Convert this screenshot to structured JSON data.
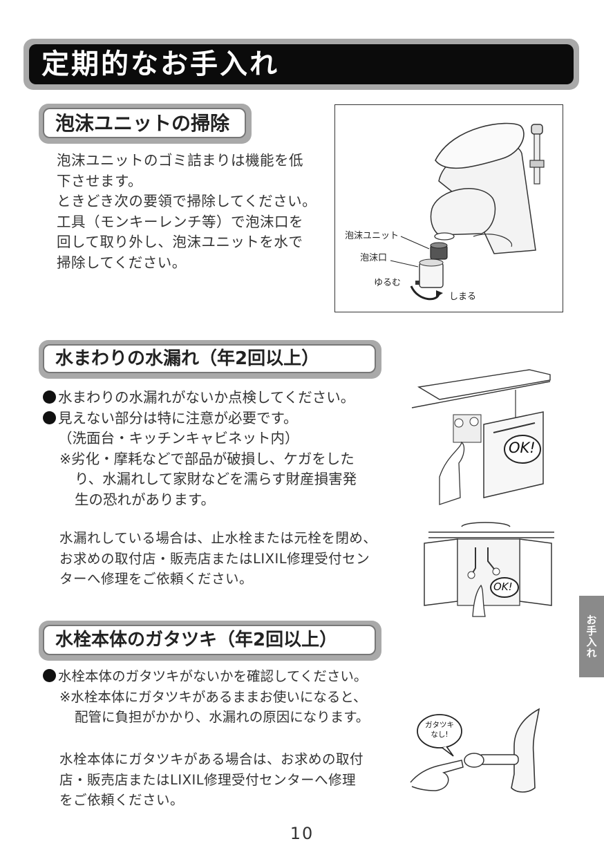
{
  "title": "定期的なお手入れ",
  "section1": {
    "heading": "泡沫ユニットの掃除",
    "lines": [
      "泡沫ユニットのゴミ詰まりは機能を低",
      "下させます。",
      "ときどき次の要領で掃除してください。",
      "工具（モンキーレンチ等）で泡沫口を",
      "回して取り外し、泡沫ユニットを水で",
      "掃除してください。"
    ],
    "figure_labels": {
      "unit": "泡沫ユニット",
      "outlet": "泡沫口",
      "loosen": "ゆるむ",
      "tighten": "しまる"
    }
  },
  "section2": {
    "heading": "水まわりの水漏れ（年2回以上）",
    "bullets": [
      "水まわりの水漏れがないか点検してください。",
      "見えない部分は特に注意が必要です。"
    ],
    "sub_note": "（洗面台・キッチンキャビネット内）",
    "warning_lines": [
      "※劣化・摩耗などで部品が破損し、ケガをした",
      "り、水漏れして家財などを濡らす財産損害発",
      "生の恐れがあります。"
    ],
    "para_lines": [
      "水漏れしている場合は、止水栓または元栓を閉め、",
      "お求めの取付店・販売店またはLIXIL修理受付セン",
      "ターへ修理をご依頼ください。"
    ],
    "ok_label_1": "OK!",
    "ok_label_2": "OK!"
  },
  "section3": {
    "heading": "水栓本体のガタツキ（年2回以上）",
    "bullet": "水栓本体のガタツキがないかを確認してください。",
    "warning_lines": [
      "※水栓本体にガタツキがあるままお使いになると、",
      "配管に負担がかかり、水漏れの原因になります。"
    ],
    "para_lines": [
      "水栓本体にガタツキがある場合は、お求めの取付",
      "店・販売店またはLIXIL修理受付センターへ修理",
      "をご依頼ください。"
    ],
    "bubble_lines": [
      "ガタツキ",
      "なし!"
    ]
  },
  "side_tab": "お手入れ",
  "page_number": "10"
}
